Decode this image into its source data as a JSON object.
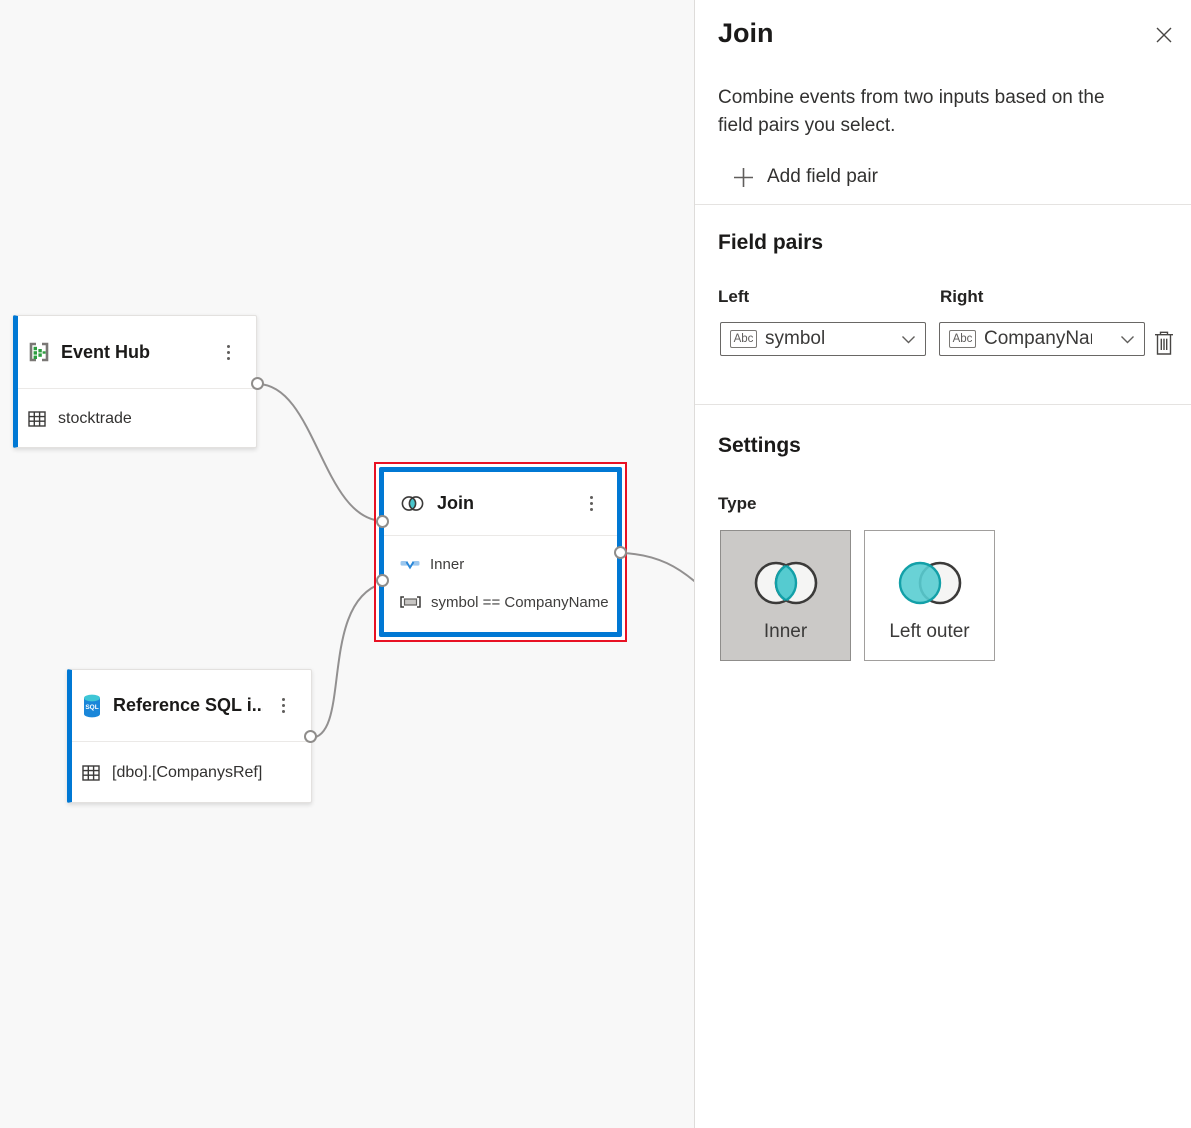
{
  "canvas": {
    "event_hub": {
      "title": "Event Hub",
      "table": "stocktrade"
    },
    "join": {
      "title": "Join",
      "type": "Inner",
      "condition": "symbol == CompanyName"
    },
    "reference_sql": {
      "title": "Reference SQL i...",
      "table": "[dbo].[CompanysRef]"
    }
  },
  "panel": {
    "title": "Join",
    "description_lines": [
      "Combine events from two inputs based on the",
      "field pairs you select."
    ],
    "add_field_pair": "Add field pair",
    "field_pairs": {
      "heading": "Field pairs",
      "left_label": "Left",
      "right_label": "Right",
      "left": {
        "type_badge": "Abc",
        "value": "symbol"
      },
      "right": {
        "type_badge": "Abc",
        "value": "CompanyName"
      }
    },
    "settings": {
      "heading": "Settings",
      "type_label": "Type",
      "options": [
        {
          "label": "Inner",
          "selected": true
        },
        {
          "label": "Left outer",
          "selected": false
        }
      ]
    }
  },
  "colors": {
    "accent_blue": "#0078d4",
    "selection_red": "#e81123",
    "teal_fill": "#55cbd0",
    "teal_stroke": "#13a0a8",
    "event_hub_green": "#2d9d3f",
    "canvas_bg": "#f8f8f8",
    "edge_gray": "#929090"
  }
}
